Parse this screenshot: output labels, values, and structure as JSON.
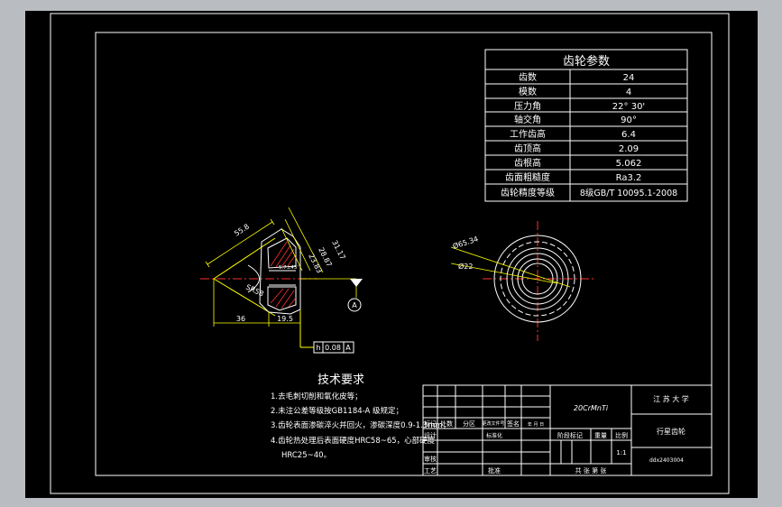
{
  "gear_params": {
    "title": "齿轮参数",
    "rows": [
      {
        "label": "齿数",
        "value": "24"
      },
      {
        "label": "模数",
        "value": "4"
      },
      {
        "label": "压力角",
        "value": "22° 30'"
      },
      {
        "label": "轴交角",
        "value": "90°"
      },
      {
        "label": "工作齿高",
        "value": "6.4"
      },
      {
        "label": "齿顶高",
        "value": "2.09"
      },
      {
        "label": "齿根高",
        "value": "5.062"
      },
      {
        "label": "齿面粗糙度",
        "value": "Ra3.2"
      },
      {
        "label": "齿轮精度等级",
        "value": "8级GB/T 10095.1-2008"
      }
    ]
  },
  "dimensions": {
    "d_55_8": "55.8",
    "d_31_17": "31.17",
    "d_28_87": "28.87",
    "d_23_83": "23.83",
    "d_sr58": "SR58",
    "d_angle": "5.7±45'",
    "d_36": "36",
    "d_19_5": "19.5",
    "d_phi65": "Ø65.34",
    "d_phi22": "Ø22",
    "datum_a": "A",
    "datum_a_tol": "A",
    "tol_symbol": "h",
    "tol_value": "0.08"
  },
  "tech": {
    "title": "技术要求",
    "items": [
      "1.去毛刺切削和氧化皮等；",
      "2.未注公差等级按GB1184-A 级规定；",
      "3.齿轮表面渗碳淬火并回火，渗碳深度0.9-1.3mm，",
      "4.齿轮热处理后表面硬度HRC58~65，心部硬度",
      "HRC25~40。"
    ]
  },
  "title_block": {
    "drawing_no": "20CrMnTi",
    "school": "江 苏 大 学",
    "part_name": "行星齿轮",
    "code": "ddx2403004",
    "mark": "标记",
    "count": "处数",
    "zone": "分区",
    "change_doc": "更改文件号",
    "sign": "签名",
    "date": "年 月 日",
    "design": "设计",
    "standard": "标准化",
    "check": "审核",
    "craft": "工艺",
    "approve": "批准",
    "stage_mark": "阶段标记",
    "weight": "重量",
    "scale": "比例",
    "scale_value": "1:1",
    "sheets": "共 张 第 张"
  }
}
